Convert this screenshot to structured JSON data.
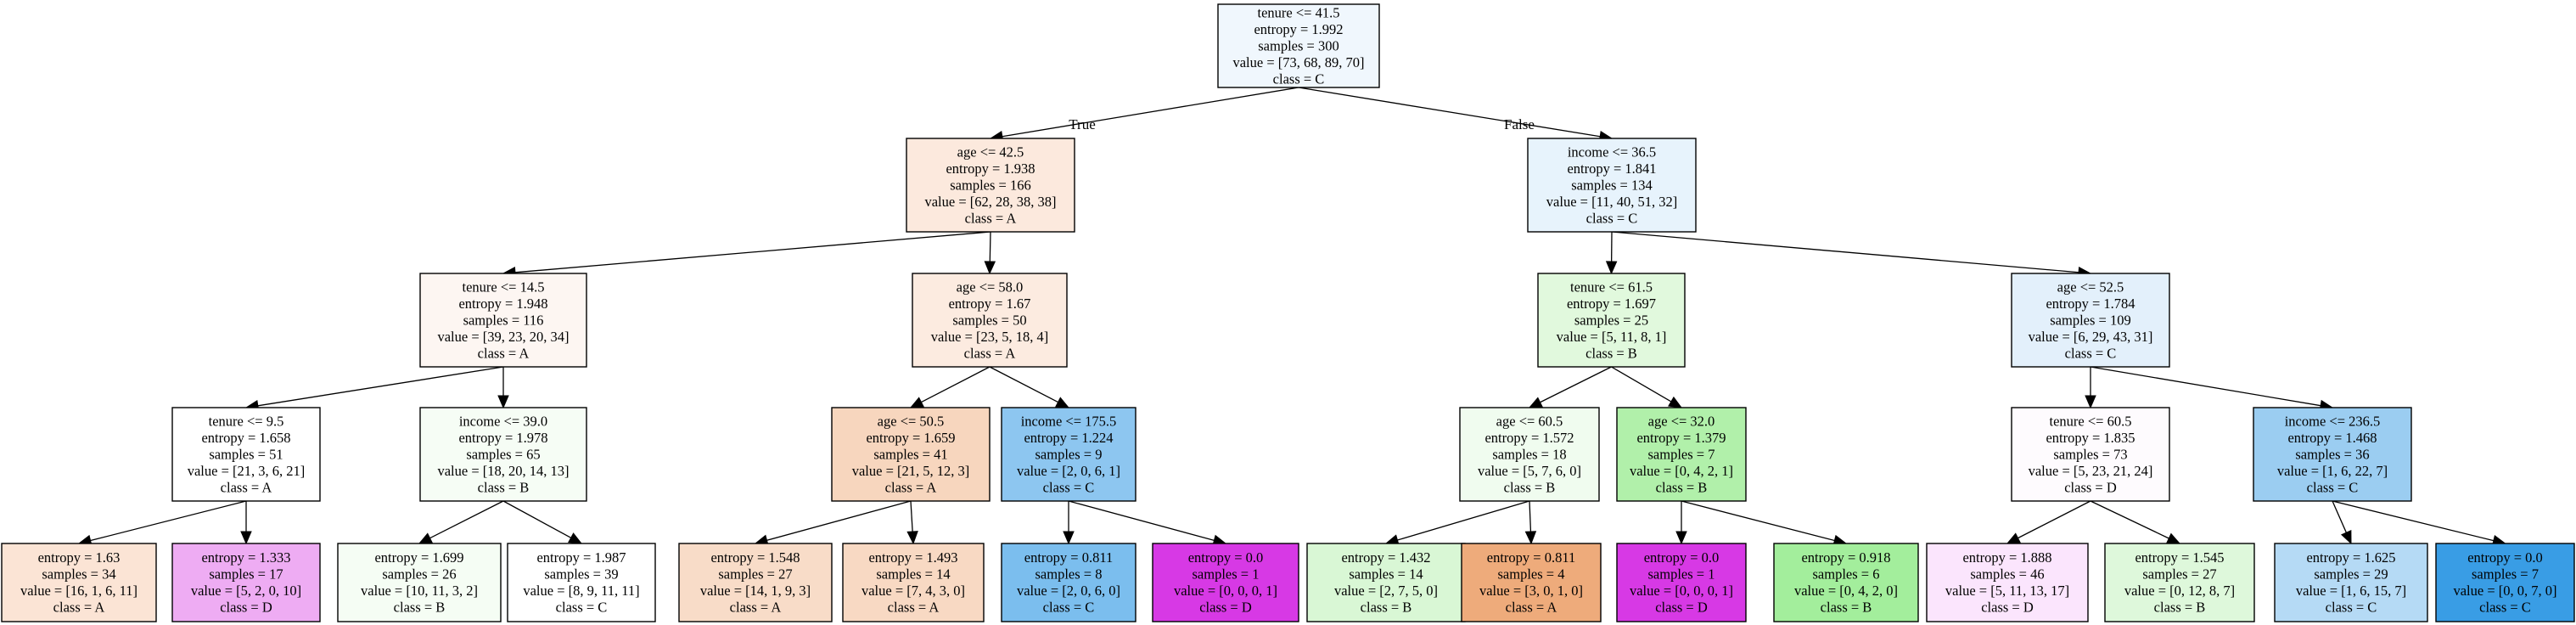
{
  "tree": {
    "edge_labels": {
      "true_label": "True",
      "false_label": "False"
    },
    "nodes": [
      {
        "id": "n0",
        "lines": [
          "tenure <= 41.5",
          "entropy = 1.992",
          "samples = 300",
          "value = [73, 68, 89, 70]",
          "class = C"
        ],
        "fill": "#f0f7fd"
      },
      {
        "id": "n1",
        "lines": [
          "age <= 42.5",
          "entropy = 1.938",
          "samples = 166",
          "value = [62, 28, 38, 38]",
          "class = A"
        ],
        "fill": "#fce9dd"
      },
      {
        "id": "n2",
        "lines": [
          "income <= 36.5",
          "entropy = 1.841",
          "samples = 134",
          "value = [11, 40, 51, 32]",
          "class = C"
        ],
        "fill": "#e7f3fc"
      },
      {
        "id": "n3",
        "lines": [
          "tenure <= 14.5",
          "entropy = 1.948",
          "samples = 116",
          "value = [39, 23, 20, 34]",
          "class = A"
        ],
        "fill": "#fdf6f2"
      },
      {
        "id": "n4",
        "lines": [
          "age <= 58.0",
          "entropy = 1.67",
          "samples = 50",
          "value = [23, 5, 18, 4]",
          "class = A"
        ],
        "fill": "#fcebe0"
      },
      {
        "id": "n5",
        "lines": [
          "tenure <= 61.5",
          "entropy = 1.697",
          "samples = 25",
          "value = [5, 11, 8, 1]",
          "class = B"
        ],
        "fill": "#e1f9dd"
      },
      {
        "id": "n6",
        "lines": [
          "age <= 52.5",
          "entropy = 1.784",
          "samples = 109",
          "value = [6, 29, 43, 31]",
          "class = C"
        ],
        "fill": "#e3f0fb"
      },
      {
        "id": "n7",
        "lines": [
          "tenure <= 9.5",
          "entropy = 1.658",
          "samples = 51",
          "value = [21, 3, 6, 21]",
          "class = A"
        ],
        "fill": "#ffffff"
      },
      {
        "id": "n8",
        "lines": [
          "income <= 39.0",
          "entropy = 1.978",
          "samples = 65",
          "value = [18, 20, 14, 13]",
          "class = B"
        ],
        "fill": "#f6fdf5"
      },
      {
        "id": "n9",
        "lines": [
          "age <= 50.5",
          "entropy = 1.659",
          "samples = 41",
          "value = [21, 5, 12, 3]",
          "class = A"
        ],
        "fill": "#f7d6be"
      },
      {
        "id": "n10",
        "lines": [
          "income <= 175.5",
          "entropy = 1.224",
          "samples = 9",
          "value = [2, 0, 6, 1]",
          "class = C"
        ],
        "fill": "#8dc6f0"
      },
      {
        "id": "n11",
        "lines": [
          "age <= 60.5",
          "entropy = 1.572",
          "samples = 18",
          "value = [5, 7, 6, 0]",
          "class = B"
        ],
        "fill": "#f0fcef"
      },
      {
        "id": "n12",
        "lines": [
          "age <= 32.0",
          "entropy = 1.379",
          "samples = 7",
          "value = [0, 4, 2, 1]",
          "class = B"
        ],
        "fill": "#b1f0aa"
      },
      {
        "id": "n13",
        "lines": [
          "tenure <= 60.5",
          "entropy = 1.835",
          "samples = 73",
          "value = [5, 23, 21, 24]",
          "class = D"
        ],
        "fill": "#fefbfe"
      },
      {
        "id": "n14",
        "lines": [
          "income <= 236.5",
          "entropy = 1.468",
          "samples = 36",
          "value = [1, 6, 22, 7]",
          "class = C"
        ],
        "fill": "#9bcdf1"
      },
      {
        "id": "n15",
        "lines": [
          "entropy = 1.63",
          "samples = 34",
          "value = [16, 1, 6, 11]",
          "class = A"
        ],
        "fill": "#fbe4d5"
      },
      {
        "id": "n16",
        "lines": [
          "entropy = 1.333",
          "samples = 17",
          "value = [5, 2, 0, 10]",
          "class = D"
        ],
        "fill": "#eeacf3"
      },
      {
        "id": "n17",
        "lines": [
          "entropy = 1.699",
          "samples = 26",
          "value = [10, 11, 3, 2]",
          "class = B"
        ],
        "fill": "#f5fdf4"
      },
      {
        "id": "n18",
        "lines": [
          "entropy = 1.987",
          "samples = 39",
          "value = [8, 9, 11, 11]",
          "class = C"
        ],
        "fill": "#ffffff"
      },
      {
        "id": "n19",
        "lines": [
          "entropy = 1.548",
          "samples = 27",
          "value = [14, 1, 9, 3]",
          "class = A"
        ],
        "fill": "#f8dcc8"
      },
      {
        "id": "n20",
        "lines": [
          "entropy = 1.493",
          "samples = 14",
          "value = [7, 4, 3, 0]",
          "class = A"
        ],
        "fill": "#f8d9c3"
      },
      {
        "id": "n21",
        "lines": [
          "entropy = 0.811",
          "samples = 8",
          "value = [2, 0, 6, 0]",
          "class = C"
        ],
        "fill": "#7bbeee"
      },
      {
        "id": "n22",
        "lines": [
          "entropy = 0.0",
          "samples = 1",
          "value = [0, 0, 0, 1]",
          "class = D"
        ],
        "fill": "#d739e5"
      },
      {
        "id": "n23",
        "lines": [
          "entropy = 1.432",
          "samples = 14",
          "value = [2, 7, 5, 0]",
          "class = B"
        ],
        "fill": "#d9f7d5"
      },
      {
        "id": "n24",
        "lines": [
          "entropy = 0.811",
          "samples = 4",
          "value = [3, 0, 1, 0]",
          "class = A"
        ],
        "fill": "#eeab7b"
      },
      {
        "id": "n25",
        "lines": [
          "entropy = 0.0",
          "samples = 1",
          "value = [0, 0, 0, 1]",
          "class = D"
        ],
        "fill": "#d739e5"
      },
      {
        "id": "n26",
        "lines": [
          "entropy = 0.918",
          "samples = 6",
          "value = [0, 4, 2, 0]",
          "class = B"
        ],
        "fill": "#a3ee9c"
      },
      {
        "id": "n27",
        "lines": [
          "entropy = 1.888",
          "samples = 46",
          "value = [5, 11, 13, 17]",
          "class = D"
        ],
        "fill": "#fbe5fd"
      },
      {
        "id": "n28",
        "lines": [
          "entropy = 1.545",
          "samples = 27",
          "value = [0, 12, 8, 7]",
          "class = B"
        ],
        "fill": "#def8db"
      },
      {
        "id": "n29",
        "lines": [
          "entropy = 1.625",
          "samples = 29",
          "value = [1, 6, 15, 7]",
          "class = C"
        ],
        "fill": "#b5daf5"
      },
      {
        "id": "n30",
        "lines": [
          "entropy = 0.0",
          "samples = 7",
          "value = [0, 0, 7, 0]",
          "class = C"
        ],
        "fill": "#399de5"
      }
    ],
    "edges": [
      [
        "n0",
        "n1"
      ],
      [
        "n0",
        "n2"
      ],
      [
        "n1",
        "n3"
      ],
      [
        "n1",
        "n4"
      ],
      [
        "n2",
        "n5"
      ],
      [
        "n2",
        "n6"
      ],
      [
        "n3",
        "n7"
      ],
      [
        "n3",
        "n8"
      ],
      [
        "n4",
        "n9"
      ],
      [
        "n4",
        "n10"
      ],
      [
        "n5",
        "n11"
      ],
      [
        "n5",
        "n12"
      ],
      [
        "n6",
        "n13"
      ],
      [
        "n6",
        "n14"
      ],
      [
        "n7",
        "n15"
      ],
      [
        "n7",
        "n16"
      ],
      [
        "n8",
        "n17"
      ],
      [
        "n8",
        "n18"
      ],
      [
        "n9",
        "n19"
      ],
      [
        "n9",
        "n20"
      ],
      [
        "n10",
        "n21"
      ],
      [
        "n10",
        "n22"
      ],
      [
        "n11",
        "n23"
      ],
      [
        "n11",
        "n24"
      ],
      [
        "n12",
        "n25"
      ],
      [
        "n12",
        "n26"
      ],
      [
        "n13",
        "n27"
      ],
      [
        "n13",
        "n28"
      ],
      [
        "n14",
        "n29"
      ],
      [
        "n14",
        "n30"
      ]
    ]
  }
}
